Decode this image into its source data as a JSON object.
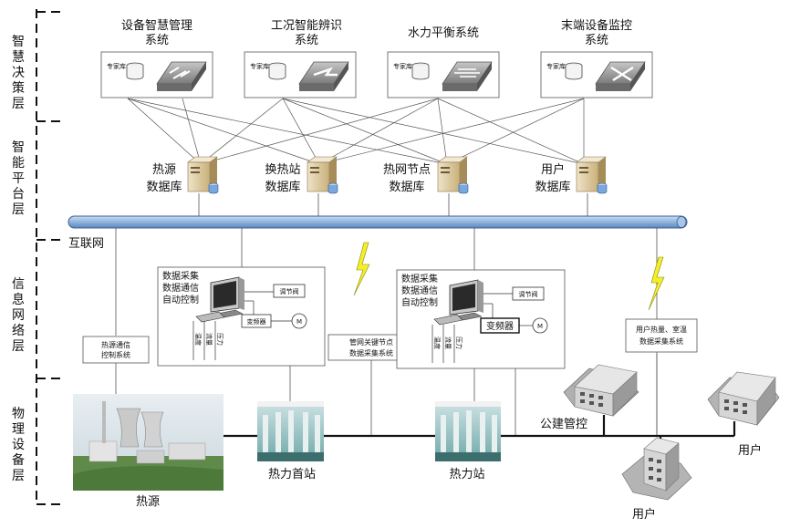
{
  "layers": [
    {
      "name": "layer-decision",
      "chars": [
        "智",
        "慧",
        "决",
        "策",
        "层"
      ]
    },
    {
      "name": "layer-platform",
      "chars": [
        "智",
        "能",
        "平",
        "台",
        "层"
      ]
    },
    {
      "name": "layer-info",
      "chars": [
        "信",
        "息",
        "网",
        "络",
        "层"
      ]
    },
    {
      "name": "layer-physical",
      "chars": [
        "物",
        "理",
        "设",
        "备",
        "层"
      ]
    }
  ],
  "systems": [
    {
      "line1": "设备智慧管理",
      "line2": "系统",
      "lib": "专家库"
    },
    {
      "line1": "工况智能辨识",
      "line2": "系统",
      "lib": "专家库"
    },
    {
      "line1": "水力平衡系统",
      "line2": "",
      "lib": "专家库"
    },
    {
      "line1": "末端设备监控",
      "line2": "系统",
      "lib": "专家库"
    }
  ],
  "databases": [
    {
      "line1": "热源",
      "line2": "数据库"
    },
    {
      "line1": "换热站",
      "line2": "数据库"
    },
    {
      "line1": "热网节点",
      "line2": "数据库"
    },
    {
      "line1": "用户",
      "line2": "数据库"
    }
  ],
  "internet_label": "互联网",
  "control_boxes": [
    {
      "lines": [
        "数据采集",
        "数据通信",
        "自动控制"
      ],
      "valve": "调节阀",
      "vfd": "变频器",
      "motor": "M",
      "sensors": [
        "温度",
        "流量",
        "压力"
      ]
    },
    {
      "lines": [
        "数据采集",
        "数据通信",
        "自动控制"
      ],
      "valve": "调节阀",
      "vfd": "变频器",
      "motor": "M",
      "sensors": [
        "温度",
        "流量",
        "压力"
      ]
    }
  ],
  "comm_boxes": {
    "heat_source": [
      "热源通信",
      "控制系统"
    ],
    "pipe_node": [
      "管网关键节点",
      "数据采集系统"
    ],
    "user": [
      "用户热量、室温",
      "数据采集系统"
    ]
  },
  "physical": {
    "heat_source": "热源",
    "primary_station": "热力首站",
    "heat_station": "热力站",
    "public_building": "公建管控",
    "user1": "用户",
    "user2": "用户"
  }
}
